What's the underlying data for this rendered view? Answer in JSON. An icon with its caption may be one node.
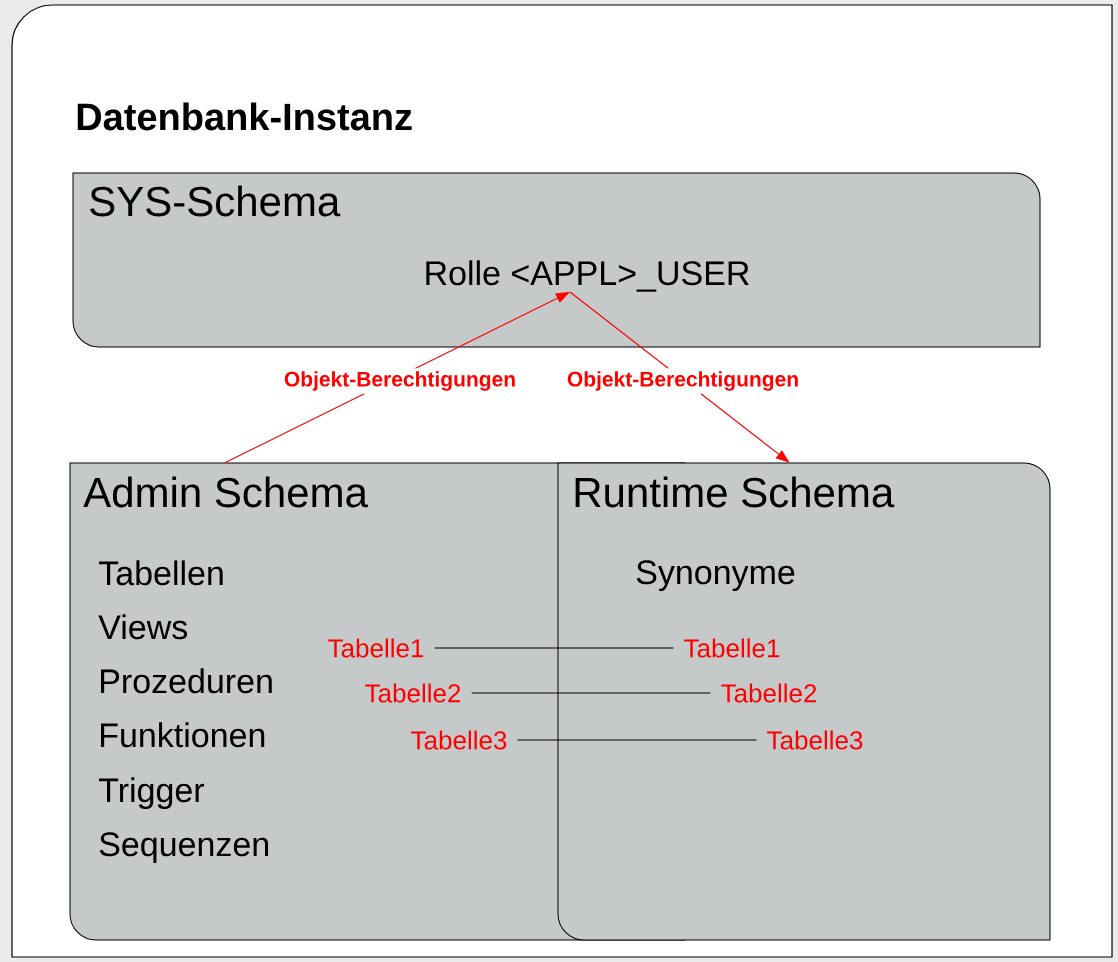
{
  "diagram": {
    "nodes": [
      {
        "text": [
          "Datenbank-Instanz"
        ]
      },
      {
        "text": [
          "SYS-Schema"
        ],
        "in": 0
      },
      {
        "text": [
          "Rolle <APPL>_USER"
        ],
        "in": 1
      },
      {
        "text": [
          "Admin Schema",
          "Tabellen",
          "Views",
          "Prozeduren",
          "Funktionen",
          "Trigger",
          "Sequenzen"
        ],
        "in": 0
      },
      {
        "text": [
          "Runtime Schema",
          "Synonyme"
        ],
        "in": 0
      },
      {
        "text": [
          "Tabelle1"
        ],
        "in": 3
      },
      {
        "text": [
          "Tabelle2"
        ],
        "in": 3
      },
      {
        "text": [
          "Tabelle3"
        ],
        "in": 3
      },
      {
        "text": [
          "Tabelle1"
        ],
        "in": 4
      },
      {
        "text": [
          "Tabelle2"
        ],
        "in": 4
      },
      {
        "text": [
          "Tabelle3"
        ],
        "in": 4
      }
    ],
    "edges": [
      {
        "from": 3,
        "to": 2,
        "arrow": "to",
        "label": "Objekt-Berechtigungen",
        "color": "#ff0000"
      },
      {
        "from": 2,
        "to": 4,
        "arrow": "to",
        "label": "Objekt-Berechtigungen",
        "color": "#ff0000"
      },
      {
        "from": 5,
        "to": 8,
        "arrow": "none"
      },
      {
        "from": 6,
        "to": 9,
        "arrow": "none"
      },
      {
        "from": 7,
        "to": 10,
        "arrow": "none"
      }
    ]
  }
}
